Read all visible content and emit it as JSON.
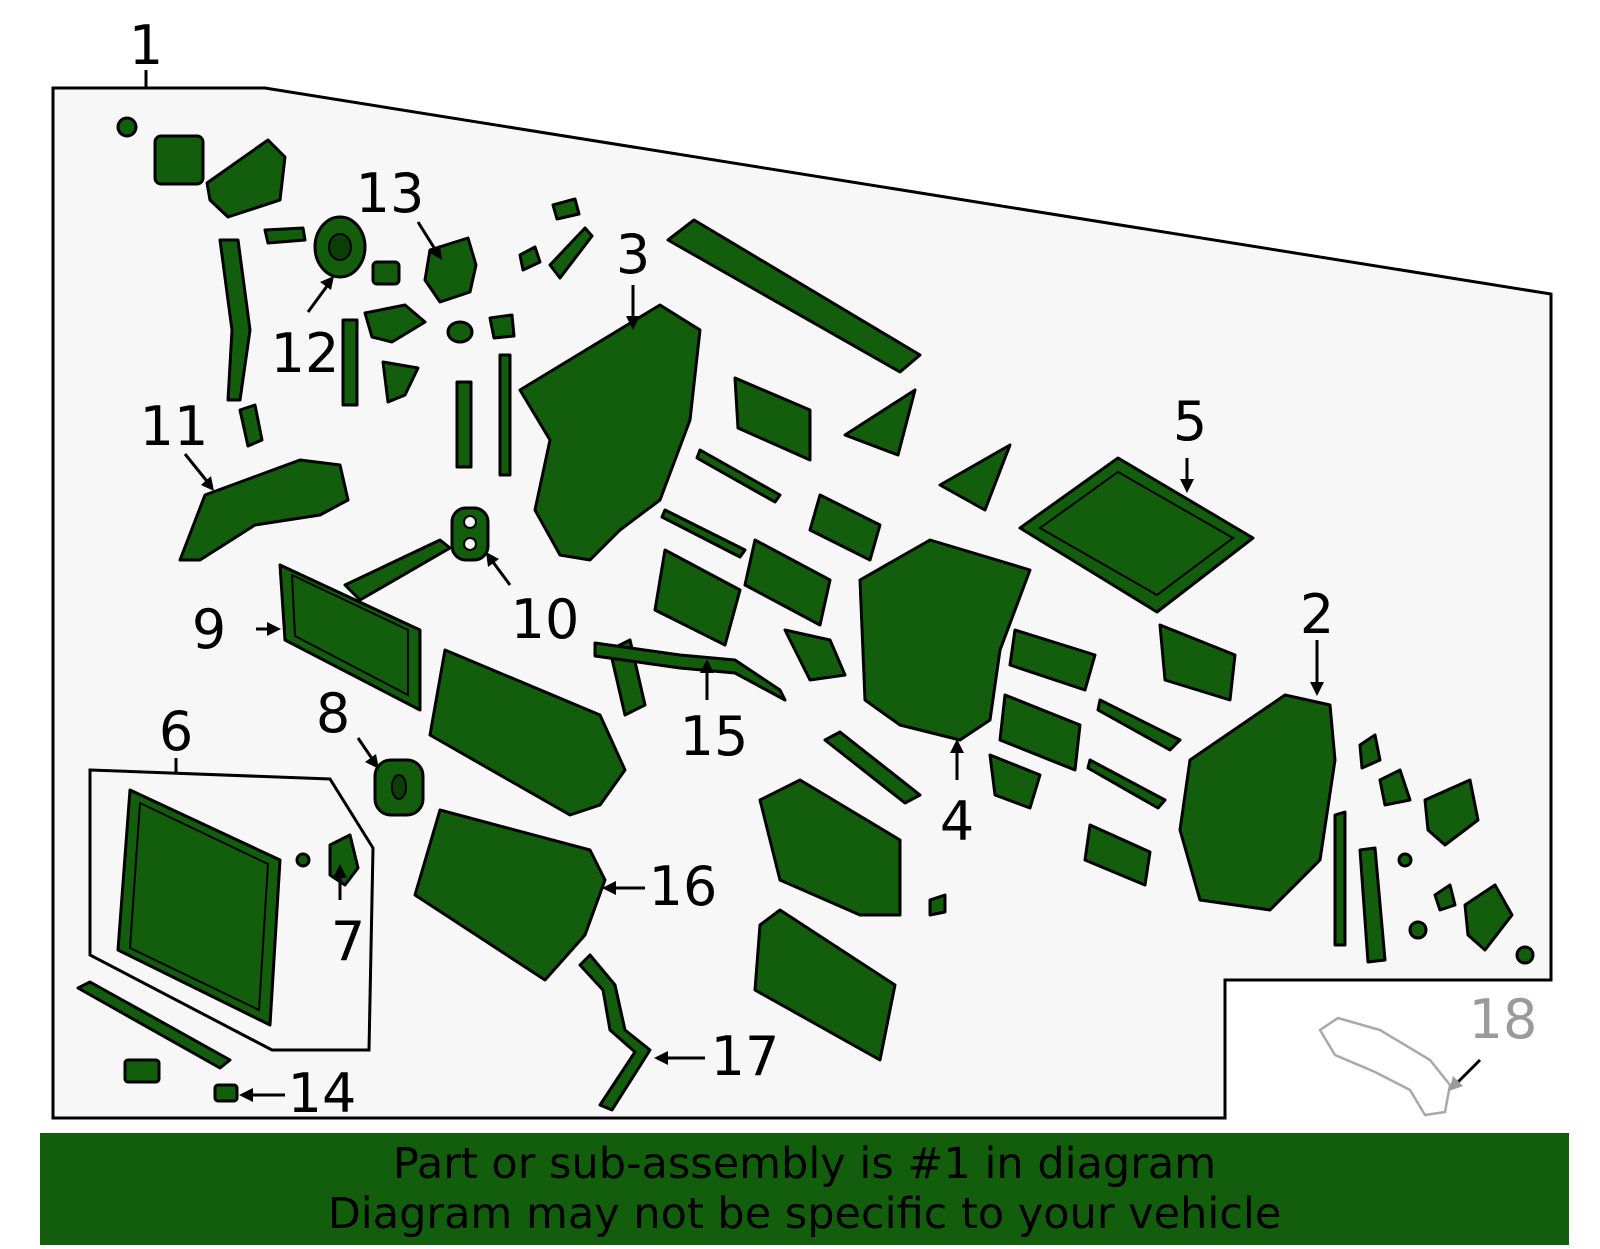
{
  "callouts": [
    "1",
    "2",
    "3",
    "4",
    "5",
    "6",
    "7",
    "8",
    "9",
    "10",
    "11",
    "12",
    "13",
    "14",
    "15",
    "16",
    "17",
    "18"
  ],
  "banner": {
    "line1": "Part or sub-assembly is #1 in diagram",
    "line2": "Diagram may not be specific to your vehicle"
  },
  "colors": {
    "part_fill": "#125e0c",
    "panel": "#f7f7f7",
    "ghost": "#a8a8a8"
  }
}
